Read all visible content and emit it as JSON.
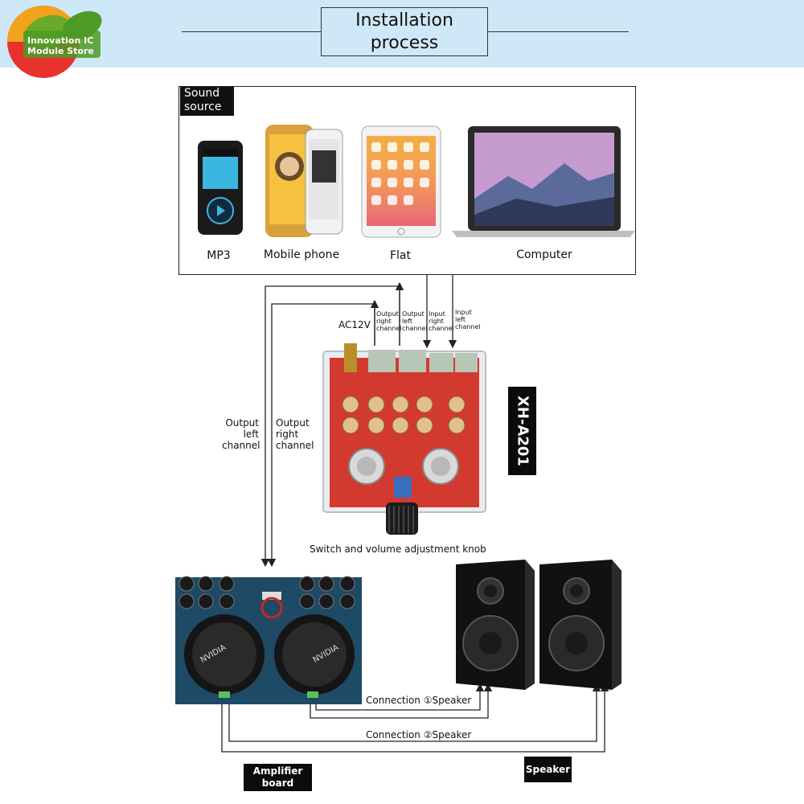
{
  "header": {
    "title": "Installation\nprocess",
    "logo_text": "Innovation IC\nModule Store"
  },
  "sound_source": {
    "badge": "Sound\nsource",
    "devices": [
      "MP3",
      "Mobile phone",
      "Flat",
      "Computer"
    ]
  },
  "board_labels": {
    "output_right": "Output\nright\nchannel",
    "output_left": "Output\nleft\nchannel",
    "input_right": "Input\nright\nchannel",
    "input_left": "Input\nleft\nchannel",
    "ac_power": "AC12V",
    "model": "XH-A201",
    "knob": "Switch and volume adjustment knob"
  },
  "wire_labels": {
    "output_left": "Output\nleft\nchannel",
    "output_right": "Output\nright\nchannel",
    "connection_1": "Connection ①Speaker",
    "connection_2": "Connection ②Speaker"
  },
  "amplifier": {
    "label": "Amplifier\nboard",
    "heatsink_brand": "NVIDIA"
  },
  "speaker": {
    "label": "Speaker"
  },
  "colors": {
    "header_bg": "#cfe8f7",
    "board_red": "#d23a30",
    "pcb_blue": "#1f4a66"
  }
}
